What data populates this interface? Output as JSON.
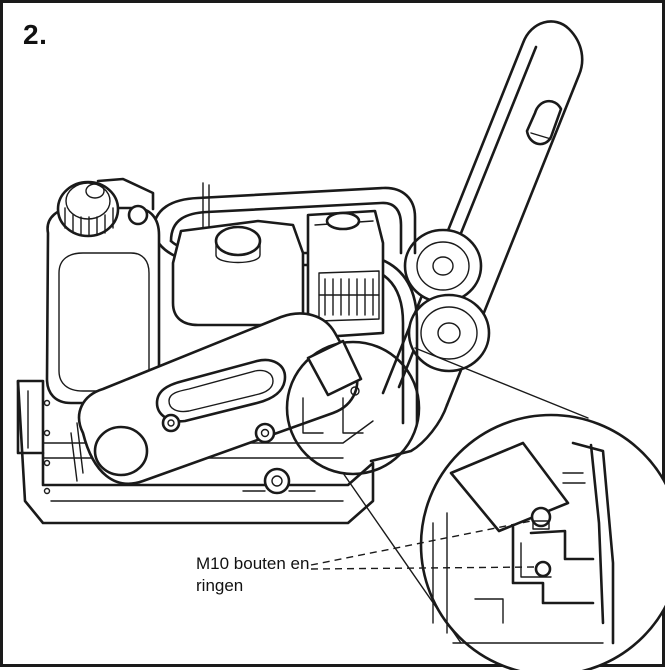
{
  "figure": {
    "step_label": "2.",
    "callout": {
      "line1": "M10 bouten en",
      "line2": "ringen"
    }
  }
}
